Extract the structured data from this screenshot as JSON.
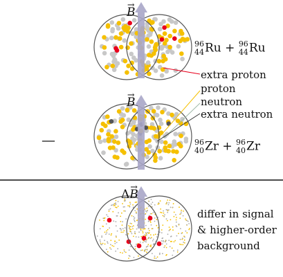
{
  "panels": {
    "ru": {
      "field_prefix": "",
      "field_symbol": "B",
      "nucleus": {
        "mass": "96",
        "charge": "44",
        "symbol": "Ru"
      },
      "plus": "+"
    },
    "zr": {
      "field_prefix": "",
      "field_symbol": "B",
      "nucleus": {
        "mass": "96",
        "charge": "40",
        "symbol": "Zr"
      },
      "plus": "+"
    },
    "diff": {
      "field_prefix": "Δ",
      "field_symbol": "B",
      "caption_lines": [
        "differ in signal",
        "& higher-order",
        "background"
      ]
    }
  },
  "legend": {
    "extra_proton": "extra proton",
    "proton": "proton",
    "neutron": "neutron",
    "extra_neutron": "extra neutron"
  },
  "minus_sign": "—",
  "colors": {
    "proton": "#f5c000",
    "neutron": "#c8c8c8",
    "extra_proton": "#e8001c",
    "extra_neutron": "#555555",
    "field_arrow": "#a9a6c8",
    "circle": "#555555"
  }
}
